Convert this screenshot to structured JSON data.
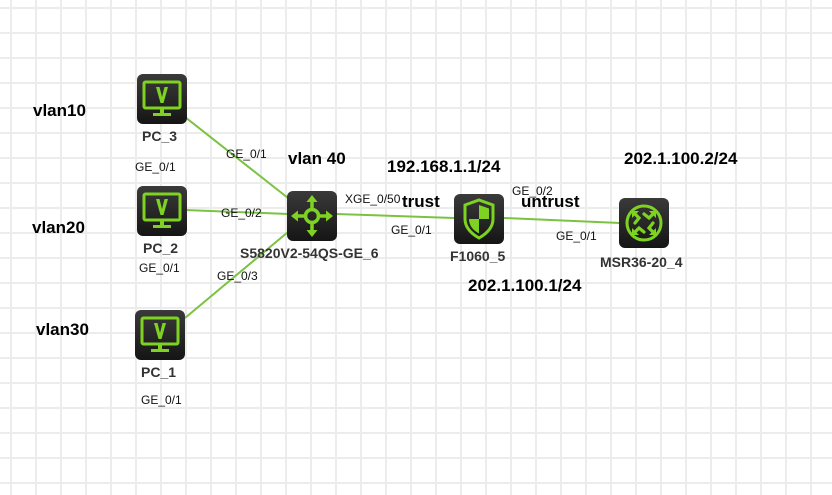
{
  "topology": {
    "nodes": [
      {
        "id": "pc3",
        "name": "PC_3",
        "type": "pc",
        "icon": "pc-monitor-icon"
      },
      {
        "id": "pc2",
        "name": "PC_2",
        "type": "pc",
        "icon": "pc-monitor-icon"
      },
      {
        "id": "pc1",
        "name": "PC_1",
        "type": "pc",
        "icon": "pc-monitor-icon"
      },
      {
        "id": "switch",
        "name": "S5820V2-54QS-GE_6",
        "type": "switch",
        "icon": "switch-arrows-icon"
      },
      {
        "id": "firewall",
        "name": "F1060_5",
        "type": "firewall",
        "icon": "firewall-shield-icon"
      },
      {
        "id": "router",
        "name": "MSR36-20_4",
        "type": "router",
        "icon": "router-cross-arrows-icon"
      }
    ],
    "links": [
      {
        "from": "pc3",
        "to": "switch",
        "from_port": "GE_0/1",
        "to_port": "GE_0/1"
      },
      {
        "from": "pc2",
        "to": "switch",
        "from_port": "GE_0/1",
        "to_port": "GE_0/2"
      },
      {
        "from": "pc1",
        "to": "switch",
        "from_port": "GE_0/1",
        "to_port": "GE_0/3"
      },
      {
        "from": "switch",
        "to": "firewall",
        "from_port": "XGE_0/50",
        "to_port": "GE_0/1"
      },
      {
        "from": "firewall",
        "to": "router",
        "from_port": "GE_0/2",
        "to_port": "GE_0/1"
      }
    ],
    "link_color": "#7cc242",
    "icon_color": "#7ed321"
  },
  "labels": {
    "pc3_port": "GE_0/1",
    "pc2_port": "GE_0/1",
    "pc1_port": "GE_0/1",
    "sw_ge01": "GE_0/1",
    "sw_ge02": "GE_0/2",
    "sw_ge03": "GE_0/3",
    "sw_xge": "XGE_0/50",
    "fw_ge01": "GE_0/1",
    "fw_ge02": "GE_0/2",
    "rt_ge01": "GE_0/1"
  },
  "annotations": {
    "vlan10": "vlan10",
    "vlan20": "vlan20",
    "vlan30": "vlan30",
    "vlan40": "vlan 40",
    "trust_ip": "192.168.1.1/24",
    "trust": "trust",
    "untrust": "untrust",
    "untrust_ip": "202.1.100.1/24",
    "router_ip": "202.1.100.2/24"
  }
}
